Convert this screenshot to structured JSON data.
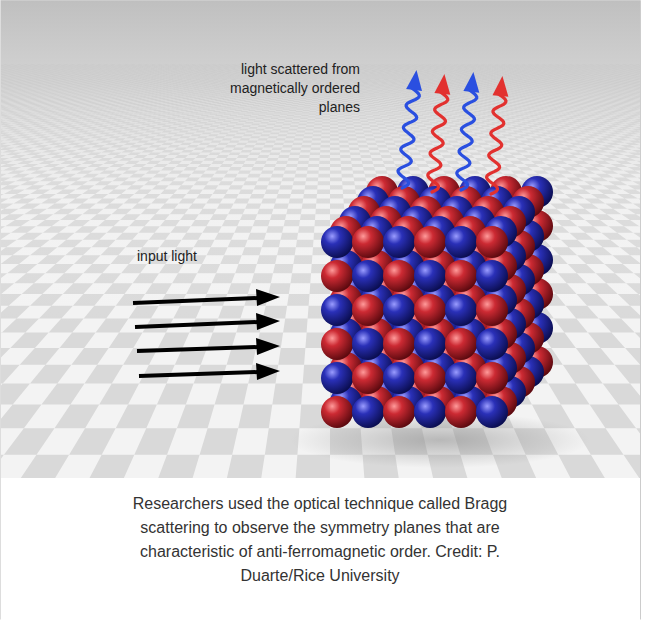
{
  "diagram": {
    "caption": "Researchers used the optical technique called Bragg scattering to observe the symmetry planes that are characteristic of anti-ferromagnetic order. Credit: P. Duarte/Rice University",
    "labels": [
      "light scattered from magnetically ordered planes",
      "input light"
    ]
  }
}
